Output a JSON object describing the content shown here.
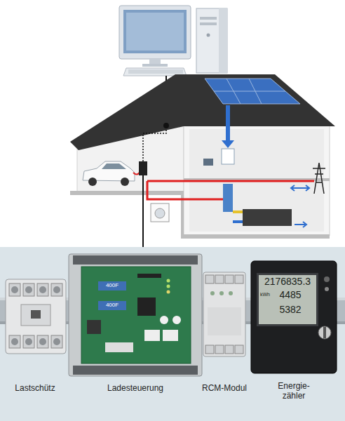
{
  "diagram": {
    "nodes": [
      {
        "text": [
          "Lastschütz"
        ]
      },
      {
        "text": [
          "Ladesteuerung"
        ]
      },
      {
        "text": [
          "RCM-Modul"
        ]
      },
      {
        "text": [
          "Energie- zähler"
        ]
      }
    ],
    "labels": [
      "400F",
      "400F",
      "2176835.3",
      "kWh",
      "4485",
      "5382"
    ]
  }
}
